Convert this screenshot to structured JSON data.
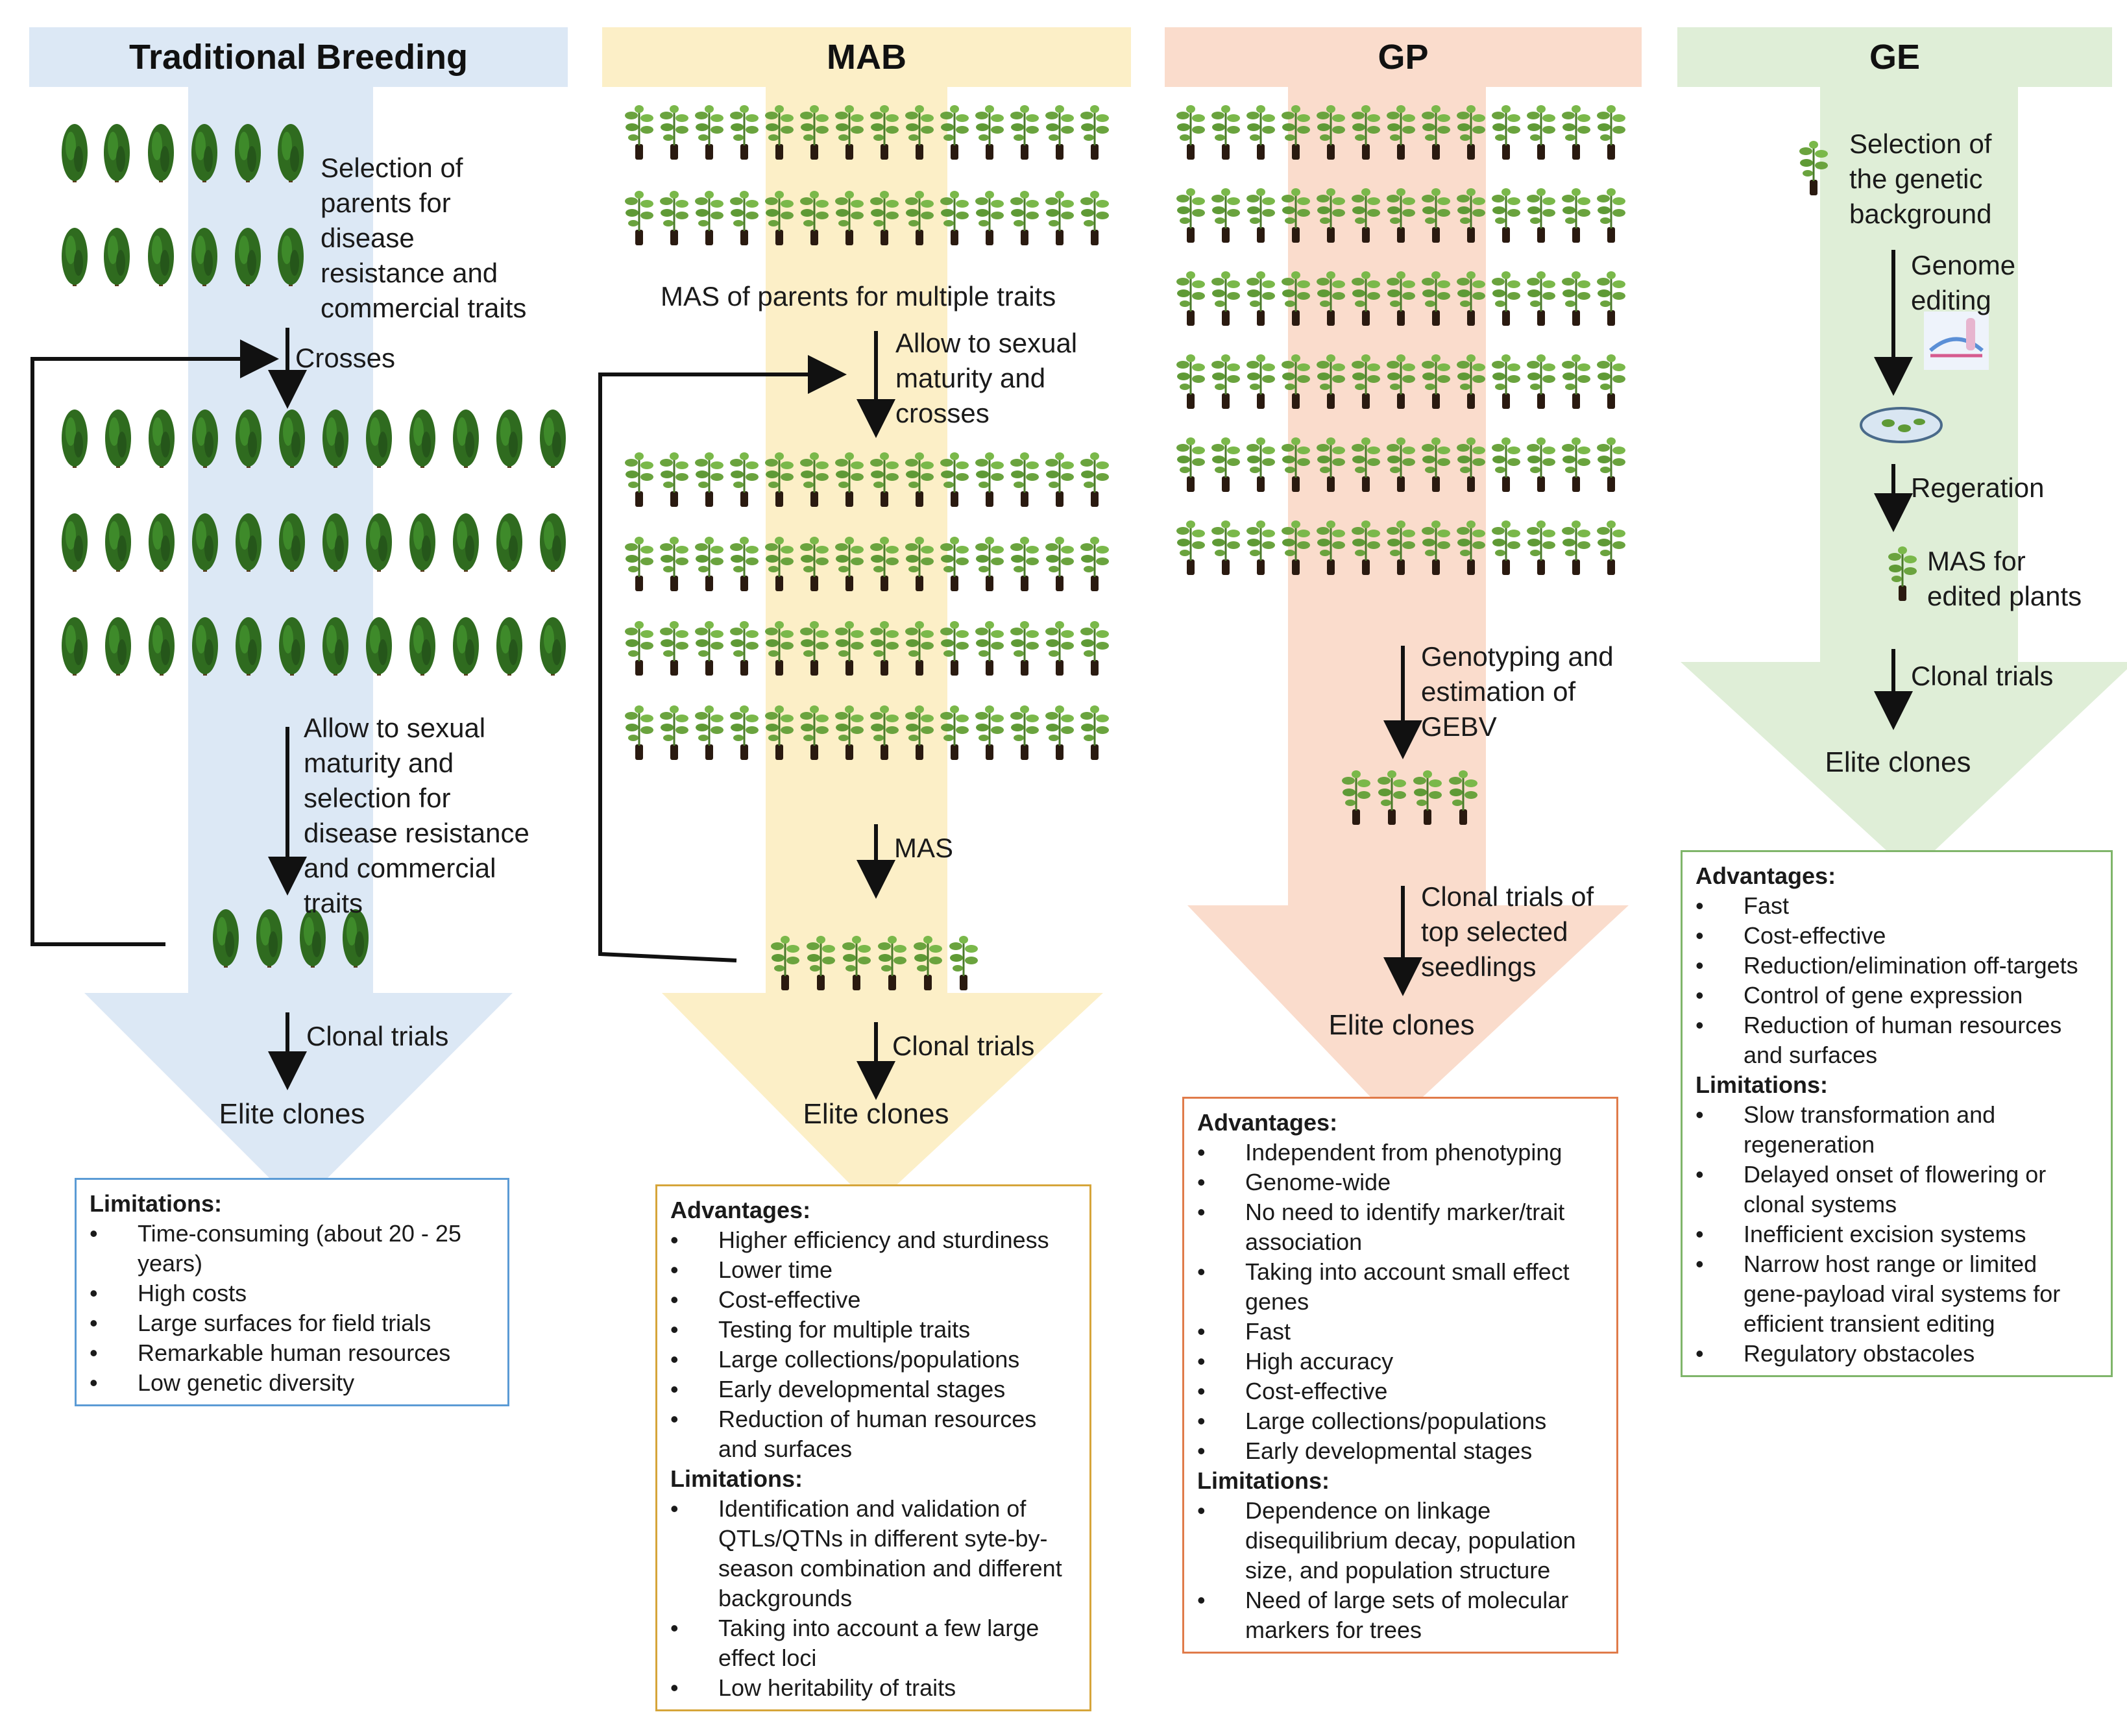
{
  "colors": {
    "tb": "#dce8f5",
    "tb_border": "#5b9bd5",
    "mab": "#fcefc7",
    "mab_border": "#d6a53a",
    "gp": "#fadccc",
    "gp_border": "#e07b4a",
    "ge": "#dfeed7",
    "ge_border": "#7fb56a",
    "tree": "#2f6b1f",
    "seedling": "#6aa33e",
    "arrow": "#111111"
  },
  "tb": {
    "title": "Traditional Breeding",
    "step1": "Selection of\nparents for\ndisease\nresistance and\ncommercial traits",
    "step2": "Crosses",
    "step3": "Allow to sexual\nmaturity and\nselection for\ndisease resistance\nand commercial\ntraits",
    "step4": "Clonal trials",
    "elite": "Elite clones",
    "lim_title": "Limitations:",
    "limitations": [
      "Time-consuming (about 20 - 25 years)",
      "High costs",
      "Large surfaces for field trials",
      "Remarkable human resources",
      "Low genetic diversity"
    ]
  },
  "mab": {
    "title": "MAB",
    "step1": "MAS of parents for multiple traits",
    "step2": "Allow to sexual\nmaturity and\ncrosses",
    "step3": "MAS",
    "step4": "Clonal trials",
    "elite": "Elite clones",
    "adv_title": "Advantages:",
    "advantages": [
      "Higher efficiency and sturdiness",
      "Lower time",
      "Cost-effective",
      "Testing for multiple traits",
      "Large collections/populations",
      "Early developmental stages",
      "Reduction of human resources and surfaces"
    ],
    "lim_title": "Limitations:",
    "limitations": [
      "Identification and validation of QTLs/QTNs in different syte-by-season combination and different backgrounds",
      "Taking into account a few large effect loci",
      "Low heritability of traits"
    ]
  },
  "gp": {
    "title": "GP",
    "step1": "Genotyping and\nestimation of\nGEBV",
    "step2": "Clonal trials of\ntop selected\nseedlings",
    "elite": "Elite clones",
    "adv_title": "Advantages:",
    "advantages": [
      "Independent from phenotyping",
      "Genome-wide",
      "No need to identify marker/trait association",
      "Taking into account small effect genes",
      "Fast",
      "High accuracy",
      "Cost-effective",
      "Large collections/populations",
      "Early developmental stages"
    ],
    "lim_title": "Limitations:",
    "limitations": [
      "Dependence on linkage disequilibrium decay, population size, and population structure",
      "Need of large sets of molecular markers for trees"
    ]
  },
  "ge": {
    "title": "GE",
    "step1": "Selection of\nthe genetic\nbackground",
    "step2": "Genome\nediting",
    "step3": "Regeration",
    "step4": "MAS for\nedited plants",
    "step5": "Clonal trials",
    "elite": "Elite clones",
    "adv_title": "Advantages:",
    "advantages": [
      "Fast",
      "Cost-effective",
      "Reduction/elimination off-targets",
      "Control of gene expression",
      "Reduction of human resources and surfaces"
    ],
    "lim_title": "Limitations:",
    "limitations": [
      "Slow transformation and regeneration",
      "Delayed onset of flowering or clonal systems",
      "Inefficient excision systems",
      "Narrow host range or limited gene-payload viral systems for efficient transient editing",
      "Regulatory obstacoles"
    ]
  }
}
